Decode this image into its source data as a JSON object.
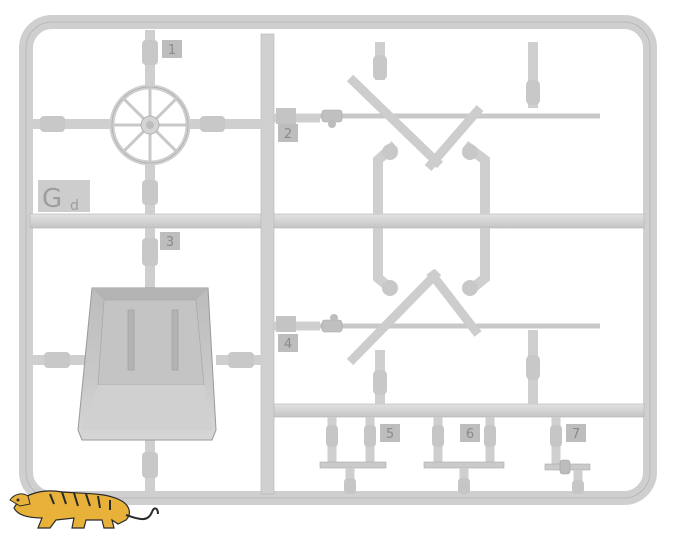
{
  "sprue": {
    "code_letter": "G",
    "code_sub": "d"
  },
  "part_numbers": [
    "1",
    "2",
    "3",
    "4",
    "5",
    "6",
    "7"
  ],
  "colors": {
    "plastic": "#d2d2d2",
    "plastic_dark": "#a8a8a8",
    "plastic_light": "#e4e4e4",
    "label_tab": "#bdbdbd",
    "label_text": "#8a8a8a",
    "tiger_body": "#e8b23a",
    "tiger_stripes": "#2a2a2a"
  },
  "logo": {
    "type": "tiger-mascot"
  }
}
